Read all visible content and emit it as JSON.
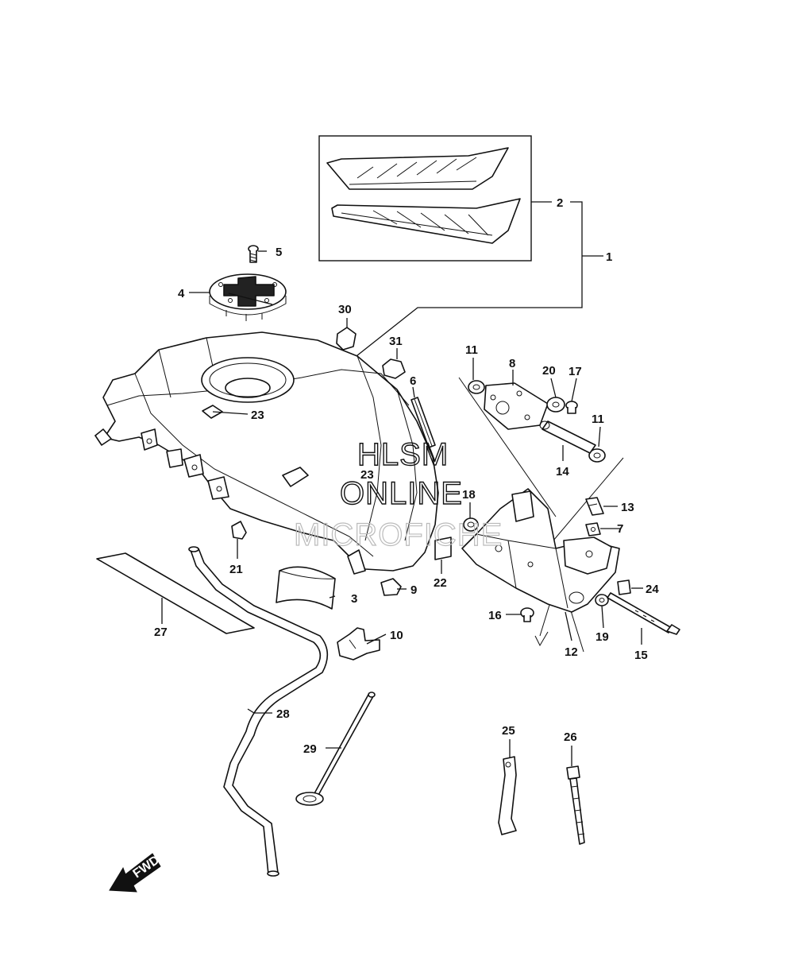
{
  "watermark": {
    "line1": "HLSM",
    "line2": "ONLINE",
    "line3": "MICROFICHE"
  },
  "direction": {
    "label": "FWD"
  },
  "callouts": [
    {
      "id": "c1",
      "text": "1"
    },
    {
      "id": "c2",
      "text": "2"
    },
    {
      "id": "c3",
      "text": "3"
    },
    {
      "id": "c4",
      "text": "4"
    },
    {
      "id": "c5",
      "text": "5"
    },
    {
      "id": "c6",
      "text": "6"
    },
    {
      "id": "c7",
      "text": "7"
    },
    {
      "id": "c8",
      "text": "8"
    },
    {
      "id": "c9",
      "text": "9"
    },
    {
      "id": "c10",
      "text": "10"
    },
    {
      "id": "c11a",
      "text": "11"
    },
    {
      "id": "c11b",
      "text": "11"
    },
    {
      "id": "c12",
      "text": "12"
    },
    {
      "id": "c13",
      "text": "13"
    },
    {
      "id": "c14",
      "text": "14"
    },
    {
      "id": "c15",
      "text": "15"
    },
    {
      "id": "c16",
      "text": "16"
    },
    {
      "id": "c17",
      "text": "17"
    },
    {
      "id": "c18",
      "text": "18"
    },
    {
      "id": "c19",
      "text": "19"
    },
    {
      "id": "c20",
      "text": "20"
    },
    {
      "id": "c21",
      "text": "21"
    },
    {
      "id": "c22",
      "text": "22"
    },
    {
      "id": "c23a",
      "text": "23"
    },
    {
      "id": "c23b",
      "text": "23"
    },
    {
      "id": "c24",
      "text": "24"
    },
    {
      "id": "c25",
      "text": "25"
    },
    {
      "id": "c26",
      "text": "26"
    },
    {
      "id": "c27",
      "text": "27"
    },
    {
      "id": "c28",
      "text": "28"
    },
    {
      "id": "c29",
      "text": "29"
    },
    {
      "id": "c30",
      "text": "30"
    },
    {
      "id": "c31",
      "text": "31"
    }
  ]
}
